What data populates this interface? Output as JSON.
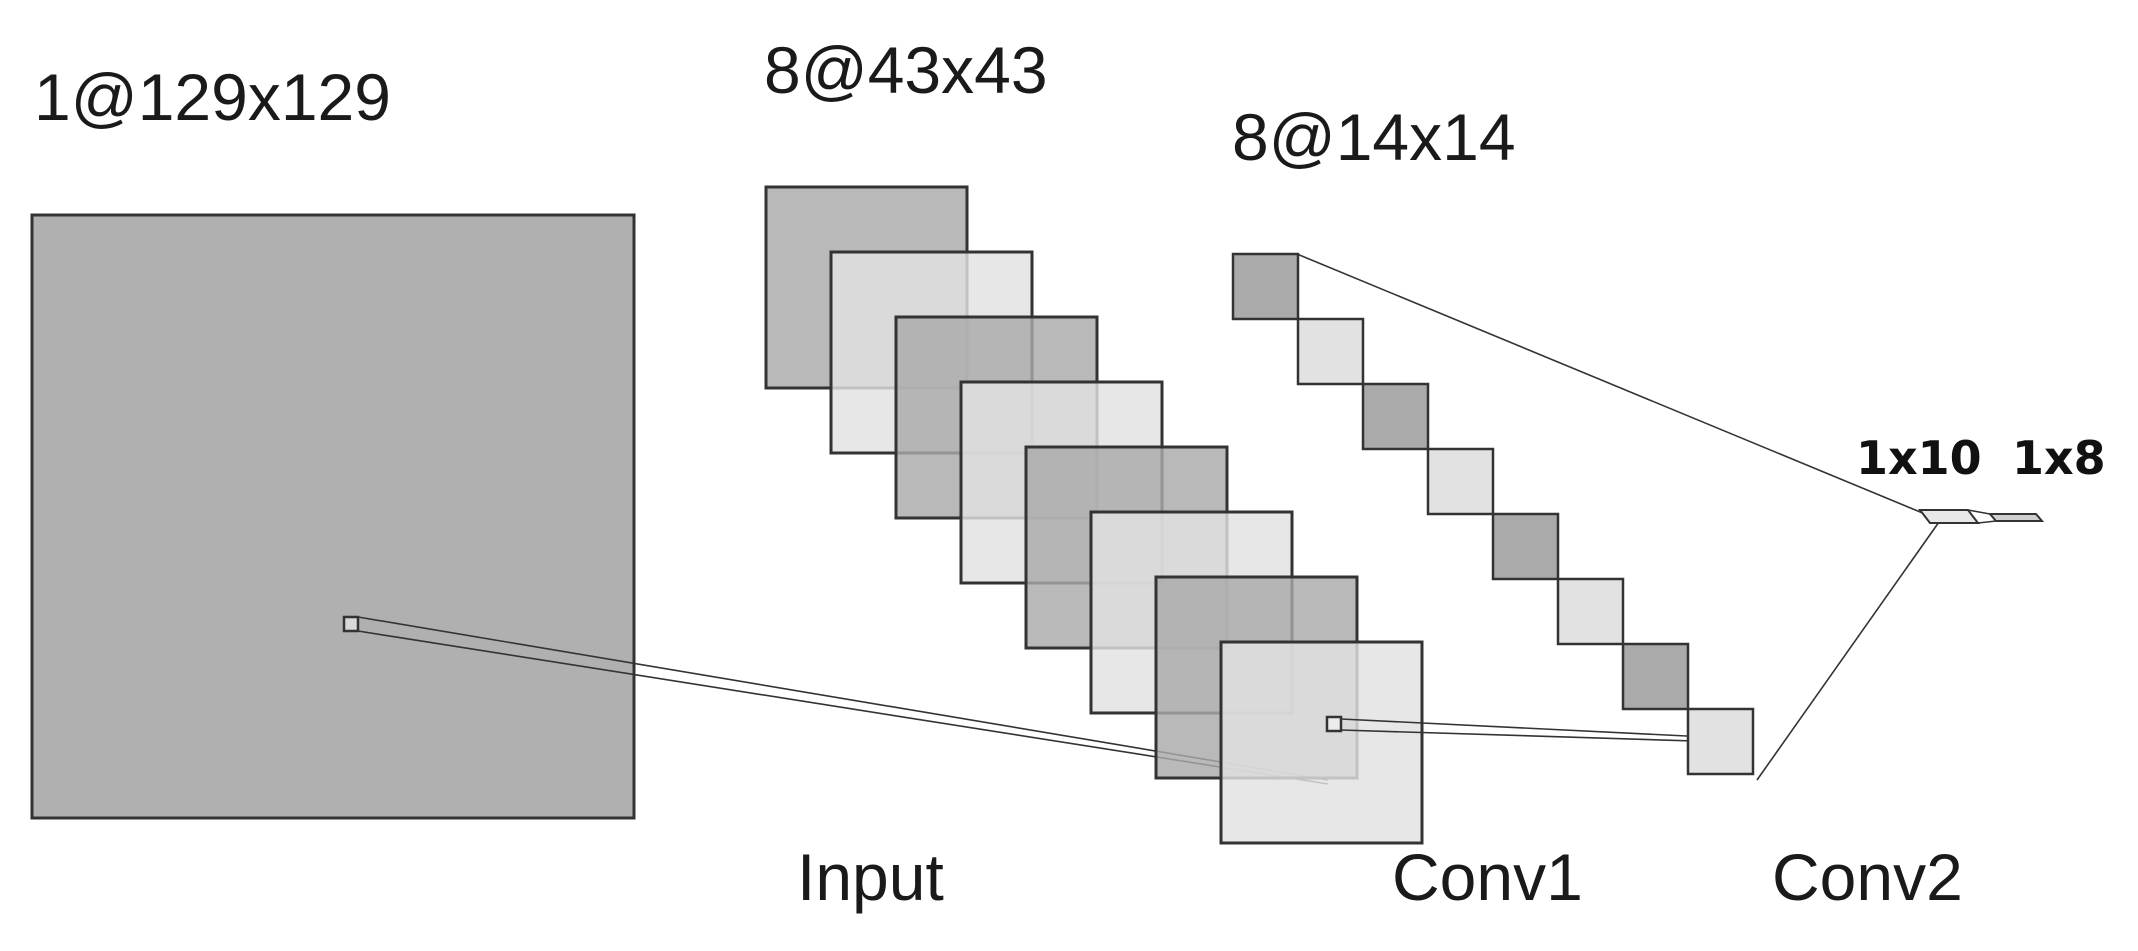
{
  "layers": {
    "input": {
      "dims_label": "1@129x129",
      "name": "Input"
    },
    "conv1": {
      "dims_label": "8@43x43",
      "name": "Conv1"
    },
    "conv2": {
      "dims_label": "8@14x14",
      "name": "Conv2"
    },
    "fc1": {
      "dims_label": "1x10"
    },
    "fc2": {
      "dims_label": "1x8"
    }
  },
  "colors": {
    "map_dark": "#aaaaaa",
    "map_light": "#e2e2e2",
    "edge": "#333333"
  }
}
